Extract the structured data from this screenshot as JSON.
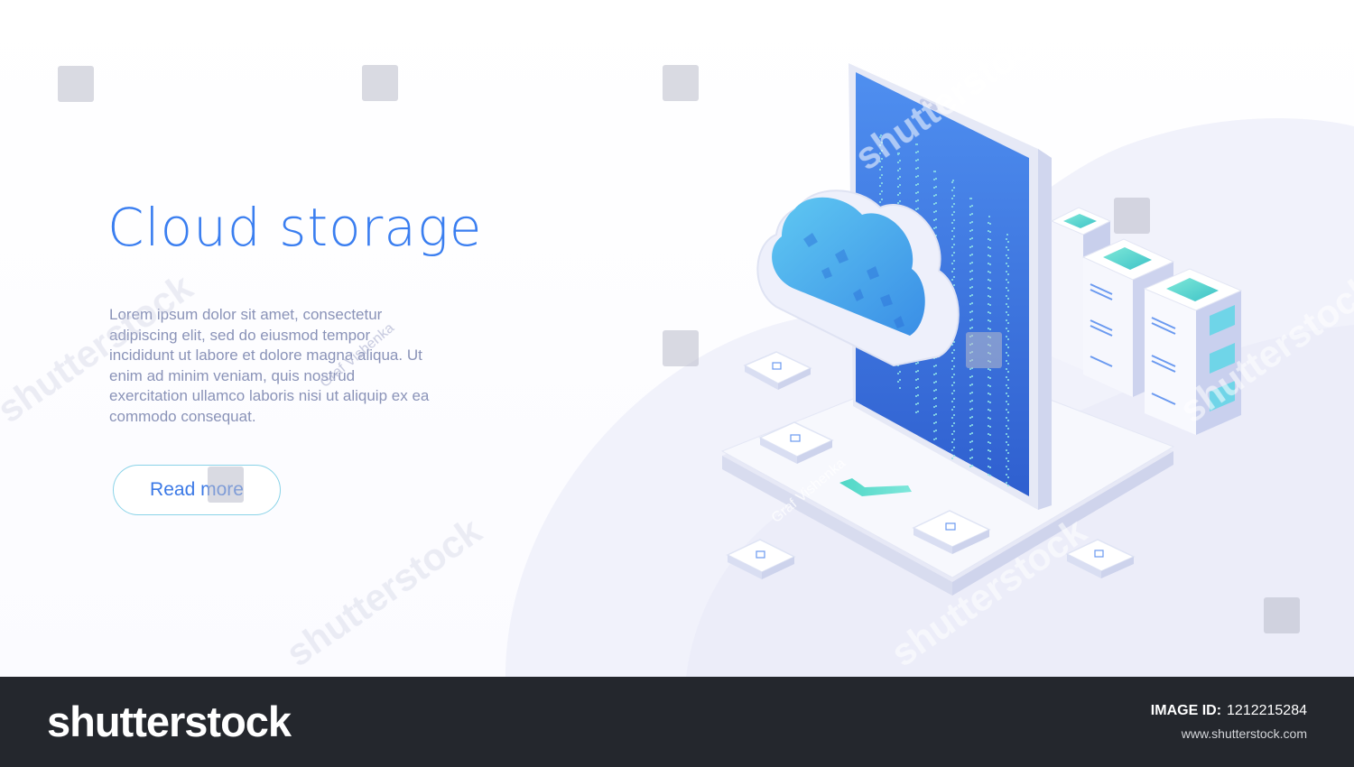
{
  "hero": {
    "title": "Cloud storage",
    "body": "Lorem ipsum dolor sit amet, consectetur adipiscing elit, sed do eiusmod tempor incididunt ut labore et dolore magna aliqua. Ut enim ad minim veniam, quis nostrud exercitation ullamco laboris nisi ut aliquip ex ea commodo consequat.",
    "cta_label": "Read more"
  },
  "illustration": {
    "icons": [
      "phone-icon",
      "cloud-icon",
      "server-rack-icon",
      "document-tile-icon",
      "checkmark-icon"
    ]
  },
  "watermark": {
    "text": "shutterstock",
    "author": "Graf Vishenka"
  },
  "footer": {
    "logo": "shutterstock",
    "image_id_label": "IMAGE ID:",
    "image_id": "1212215284",
    "site": "www.shutterstock.com"
  },
  "colors": {
    "accent": "#3a7ef0",
    "body_text": "#8a93b8",
    "phone_screen": "#3f78e0",
    "teal": "#4fd7c6",
    "footer_bg": "#24272d"
  }
}
